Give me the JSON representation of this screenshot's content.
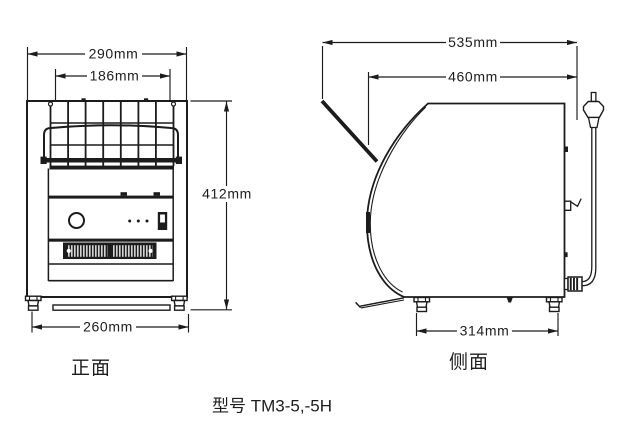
{
  "caption": "型号 TM3-5,-5H",
  "colors": {
    "ink": "#1c1c1c",
    "background": "#ffffff"
  },
  "front_view": {
    "label": "正面",
    "dim_overall_width": "290mm",
    "dim_opening_width": "186mm",
    "dim_height": "412mm",
    "dim_base_width": "260mm"
  },
  "side_view": {
    "label": "侧面",
    "dim_overall_depth": "535mm",
    "dim_body_depth": "460mm",
    "dim_base_depth": "314mm"
  }
}
